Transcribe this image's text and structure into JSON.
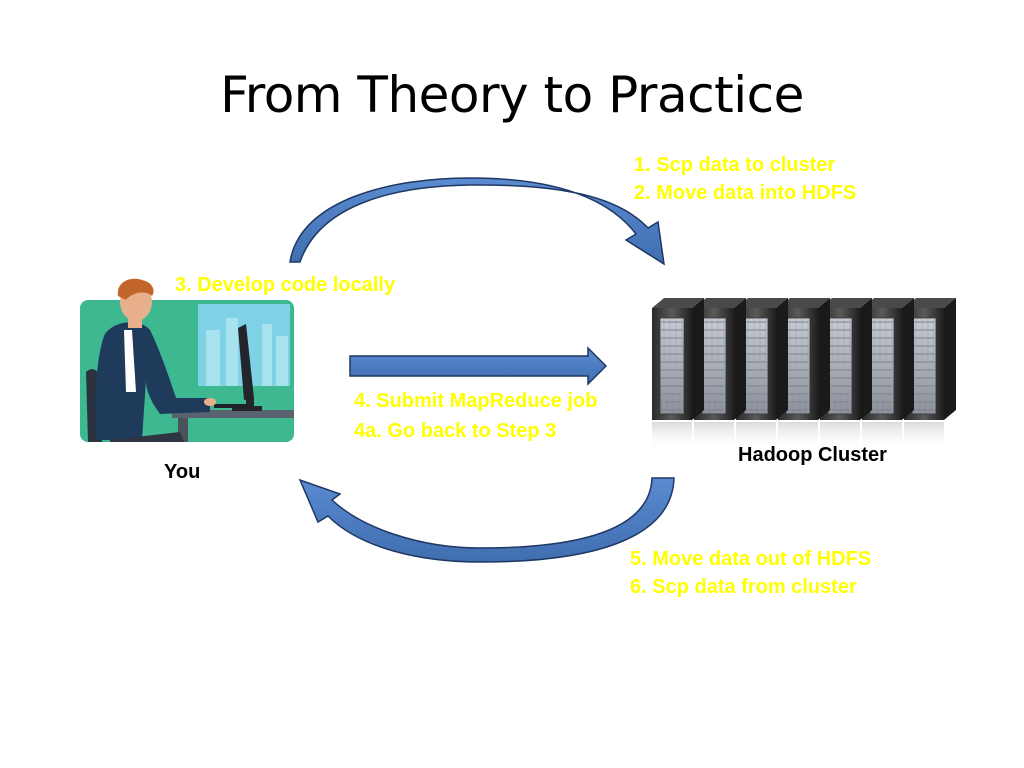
{
  "slide": {
    "title": "From Theory to Practice"
  },
  "steps": {
    "top_right": [
      "1. Scp data to cluster",
      "2. Move data into HDFS"
    ],
    "left": "3. Develop code locally",
    "middle": [
      "4. Submit MapReduce job",
      "4a. Go back to Step 3"
    ],
    "bottom_right": [
      "5. Move data out of HDFS",
      "6. Scp data from cluster"
    ]
  },
  "labels": {
    "you": "You",
    "cluster": "Hadoop Cluster"
  },
  "colors": {
    "step_text": "#ffff00",
    "arrow_fill": "#4f7fc0",
    "arrow_stroke": "#1f3864"
  }
}
